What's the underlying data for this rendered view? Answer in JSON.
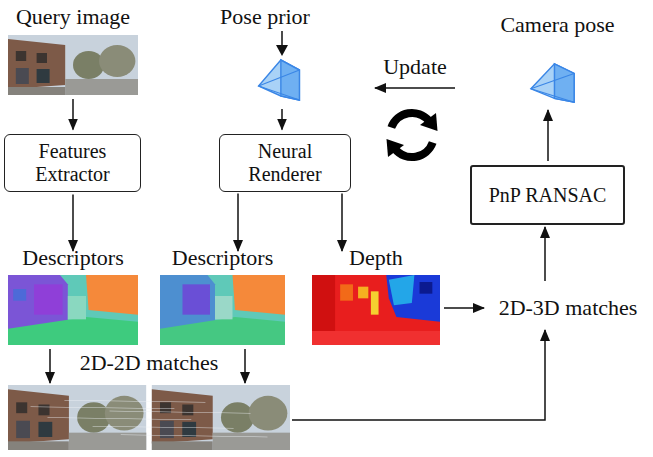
{
  "diagram": {
    "nodes": [
      {
        "text": [
          "Query image"
        ]
      },
      {
        "text": [
          "Pose prior"
        ]
      },
      {
        "text": [
          "Features Extractor"
        ]
      },
      {
        "text": [
          "Neural Renderer"
        ]
      },
      {
        "text": [
          "Descriptors"
        ]
      },
      {
        "text": [
          "Descriptors"
        ]
      },
      {
        "text": [
          "Depth"
        ]
      },
      {
        "text": [
          "2D-2D matches"
        ]
      },
      {
        "text": [
          "2D-3D matches"
        ]
      },
      {
        "text": [
          "PnP RANSAC"
        ]
      },
      {
        "text": [
          "Camera pose"
        ]
      }
    ],
    "edges": [
      {
        "from": 0,
        "to": 2,
        "arrow": "to"
      },
      {
        "from": 1,
        "to": 3,
        "arrow": "to"
      },
      {
        "from": 2,
        "to": 4,
        "arrow": "to"
      },
      {
        "from": 3,
        "to": 5,
        "arrow": "to"
      },
      {
        "from": 3,
        "to": 6,
        "arrow": "to"
      },
      {
        "from": 4,
        "to": 7,
        "arrow": "to"
      },
      {
        "from": 5,
        "to": 7,
        "arrow": "to"
      },
      {
        "from": 6,
        "to": 8,
        "arrow": "to"
      },
      {
        "from": 7,
        "to": 8,
        "arrow": "to"
      },
      {
        "from": 8,
        "to": 9,
        "arrow": "to"
      },
      {
        "from": 9,
        "to": 10,
        "arrow": "to"
      },
      {
        "from": 10,
        "to": 1,
        "label": "Update",
        "arrow": "to"
      }
    ]
  }
}
